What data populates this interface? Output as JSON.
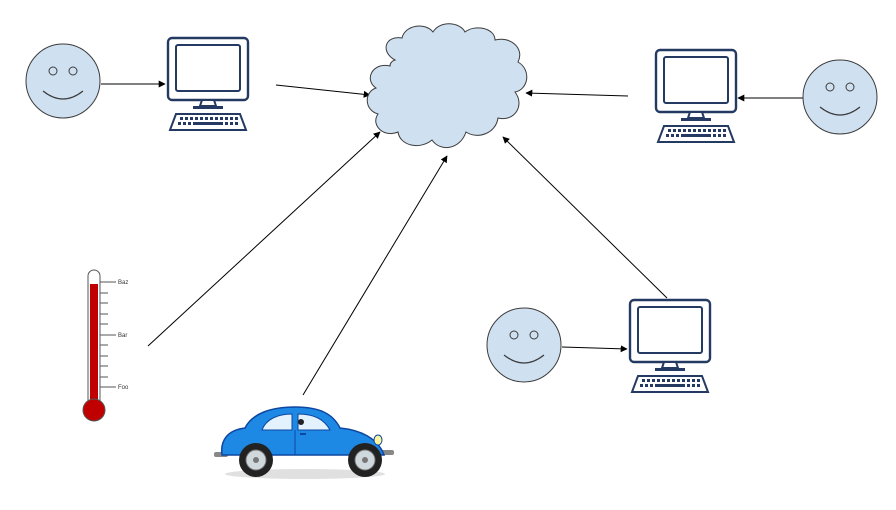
{
  "thermometer": {
    "tick_labels": [
      "Baz",
      "Bar",
      "Foo"
    ]
  },
  "colors": {
    "face_fill": "#cfe0f1",
    "cloud_fill": "#cfe0f1",
    "computer_stroke": "#243a63",
    "thermometer_fill": "#c00000",
    "car_body": "#1e88e5"
  },
  "icons": [
    "smiley-icon",
    "computer-icon",
    "cloud-icon",
    "thermometer-icon",
    "car-icon"
  ]
}
